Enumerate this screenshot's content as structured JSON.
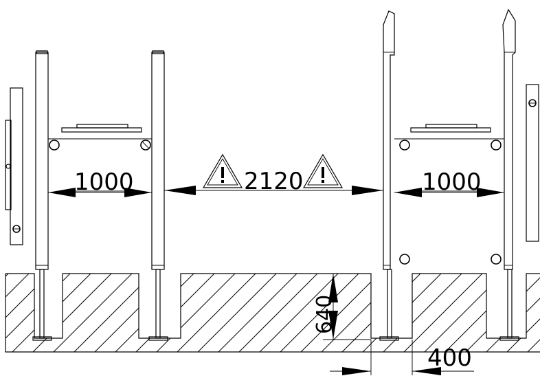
{
  "dimensions": {
    "left_span": "1000",
    "center_span": "2120",
    "right_span": "1000",
    "footing_depth": "640",
    "footing_width": "400"
  },
  "icons": {
    "warning": "warning-triangle-icon"
  },
  "colors": {
    "line": "#000000",
    "background": "#ffffff"
  }
}
